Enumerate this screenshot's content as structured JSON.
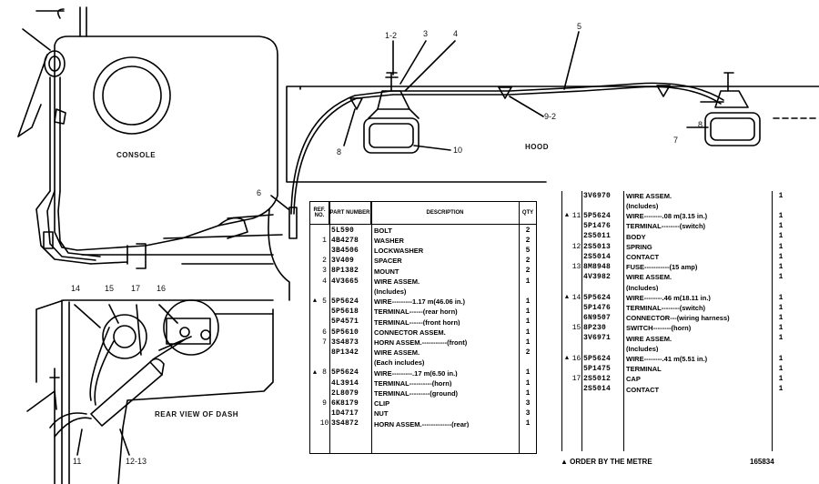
{
  "diagram": {
    "callouts": [
      "1-2",
      "3",
      "4",
      "5",
      "8",
      "9-2",
      "10",
      "8",
      "7",
      "6",
      "14",
      "15",
      "17",
      "16",
      "11",
      "12-13"
    ],
    "labels": {
      "console": "CONSOLE",
      "hood": "HOOD",
      "rear_view": "REAR VIEW OF DASH"
    }
  },
  "table_left": {
    "headers": {
      "ref": "REF. NO.",
      "part": "PART NUMBER",
      "desc": "DESCRIPTION",
      "qty": "QTY"
    },
    "rows": [
      {
        "mark": "",
        "ref": "",
        "part": "5L590",
        "desc": "BOLT",
        "qty": "2"
      },
      {
        "mark": "",
        "ref": "1",
        "part": "4B4278",
        "desc": "WASHER",
        "qty": "2"
      },
      {
        "mark": "",
        "ref": "",
        "part": "3B4506",
        "desc": "LOCKWASHER",
        "qty": "5"
      },
      {
        "mark": "",
        "ref": "2",
        "part": "3V409",
        "desc": "SPACER",
        "qty": "2"
      },
      {
        "mark": "",
        "ref": "3",
        "part": "8P1382",
        "desc": "MOUNT",
        "qty": "2"
      },
      {
        "mark": "",
        "ref": "4",
        "part": "4V3665",
        "desc": "WIRE ASSEM.",
        "qty": "1"
      },
      {
        "mark": "",
        "ref": "",
        "part": "",
        "desc": "(Includes)",
        "qty": ""
      },
      {
        "mark": "▲",
        "ref": "5",
        "part": "5P5624",
        "desc": "WIRE---------1.17 m(46.06 in.)",
        "qty": "1"
      },
      {
        "mark": "",
        "ref": "",
        "part": "5P5618",
        "desc": "TERMINAL------(rear horn)",
        "qty": "1"
      },
      {
        "mark": "",
        "ref": "",
        "part": "5P4571",
        "desc": "TERMINAL------(front horn)",
        "qty": "1"
      },
      {
        "mark": "",
        "ref": "6",
        "part": "5P5610",
        "desc": "CONNECTOR ASSEM.",
        "qty": "1"
      },
      {
        "mark": "",
        "ref": "7",
        "part": "3S4873",
        "desc": "HORN ASSEM.-----------(front)",
        "qty": "1"
      },
      {
        "mark": "",
        "ref": "",
        "part": "8P1342",
        "desc": "WIRE ASSEM.",
        "qty": "2"
      },
      {
        "mark": "",
        "ref": "",
        "part": "",
        "desc": "(Each includes)",
        "qty": ""
      },
      {
        "mark": "▲",
        "ref": "8",
        "part": "5P5624",
        "desc": "WIRE---------.17 m(6.50 in.)",
        "qty": "1"
      },
      {
        "mark": "",
        "ref": "",
        "part": "4L3914",
        "desc": "TERMINAL----------(horn)",
        "qty": "1"
      },
      {
        "mark": "",
        "ref": "",
        "part": "2L8079",
        "desc": "TERMINAL---------(ground)",
        "qty": "1"
      },
      {
        "mark": "",
        "ref": "9",
        "part": "6K8179",
        "desc": "CLIP",
        "qty": "3"
      },
      {
        "mark": "",
        "ref": "",
        "part": "1D4717",
        "desc": "NUT",
        "qty": "3"
      },
      {
        "mark": "",
        "ref": "10",
        "part": "3S4872",
        "desc": "HORN ASSEM.-------------(rear)",
        "qty": "1"
      }
    ]
  },
  "table_right": {
    "rows": [
      {
        "mark": "",
        "ref": "",
        "part": "3V6970",
        "desc": "WIRE ASSEM.",
        "qty": "1"
      },
      {
        "mark": "",
        "ref": "",
        "part": "",
        "desc": "(Includes)",
        "qty": ""
      },
      {
        "mark": "▲",
        "ref": "11",
        "part": "5P5624",
        "desc": "WIRE--------.08 m(3.15 in.)",
        "qty": "1"
      },
      {
        "mark": "",
        "ref": "",
        "part": "5P1476",
        "desc": "TERMINAL--------(switch)",
        "qty": "1"
      },
      {
        "mark": "",
        "ref": "",
        "part": "2S5011",
        "desc": "BODY",
        "qty": "1"
      },
      {
        "mark": "",
        "ref": "12",
        "part": "2S5013",
        "desc": "SPRING",
        "qty": "1"
      },
      {
        "mark": "",
        "ref": "",
        "part": "2S5014",
        "desc": "CONTACT",
        "qty": "1"
      },
      {
        "mark": "",
        "ref": "13",
        "part": "8M8948",
        "desc": "FUSE-----------(15 amp)",
        "qty": "1"
      },
      {
        "mark": "",
        "ref": "",
        "part": "4V3982",
        "desc": "WIRE ASSEM.",
        "qty": "1"
      },
      {
        "mark": "",
        "ref": "",
        "part": "",
        "desc": "(Includes)",
        "qty": ""
      },
      {
        "mark": "▲",
        "ref": "14",
        "part": "5P5624",
        "desc": "WIRE--------.46 m(18.11 in.)",
        "qty": "1"
      },
      {
        "mark": "",
        "ref": "",
        "part": "5P1476",
        "desc": "TERMINAL--------(switch)",
        "qty": "1"
      },
      {
        "mark": "",
        "ref": "",
        "part": "6N9507",
        "desc": "CONNECTOR---(wiring harness)",
        "qty": "1"
      },
      {
        "mark": "",
        "ref": "15",
        "part": "8P230",
        "desc": "SWITCH--------(horn)",
        "qty": "1"
      },
      {
        "mark": "",
        "ref": "",
        "part": "3V6971",
        "desc": "WIRE ASSEM.",
        "qty": "1"
      },
      {
        "mark": "",
        "ref": "",
        "part": "",
        "desc": "(Includes)",
        "qty": ""
      },
      {
        "mark": "▲",
        "ref": "16",
        "part": "5P5624",
        "desc": "WIRE--------.41 m(5.51 in.)",
        "qty": "1"
      },
      {
        "mark": "",
        "ref": "",
        "part": "5P1475",
        "desc": "TERMINAL",
        "qty": "1"
      },
      {
        "mark": "",
        "ref": "17",
        "part": "2S5012",
        "desc": "CAP",
        "qty": "1"
      },
      {
        "mark": "",
        "ref": "",
        "part": "2S5014",
        "desc": "CONTACT",
        "qty": "1"
      }
    ],
    "footer_note": "▲ ORDER BY THE METRE",
    "figure_number": "165834"
  }
}
